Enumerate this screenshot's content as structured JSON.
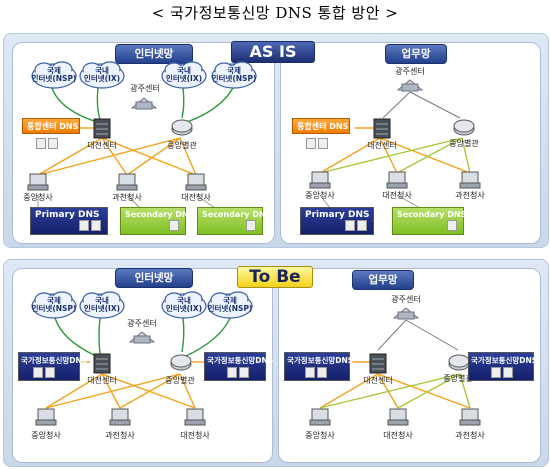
{
  "title": "< 국가정보통신망 DNS 통합 방안 >",
  "asis": {
    "badge": "AS IS",
    "internet": {
      "caption": "인터넷망",
      "clouds": [
        "국제\n인터넷(NSP)",
        "국내\n인터넷(IX)",
        "국내\n인터넷(IX)",
        "국제\n인터넷(NSP)"
      ],
      "gwangju": "광주센터",
      "integrated_dns": "통합센터 DNS",
      "daejeon_center": "대전센터",
      "central_hall": "중앙별관",
      "sites": [
        "중앙청사",
        "과천청사",
        "대전청사"
      ],
      "primary": "Primary DNS",
      "secondary1": "Secondary DNS",
      "secondary2": "Secondary DNS"
    },
    "business": {
      "caption": "업무망",
      "gwangju": "광주센터",
      "integrated_dns": "통합센터 DNS",
      "daejeon_center": "대전센터",
      "central_hall": "중앙별관",
      "sites": [
        "중앙청사",
        "대전청사",
        "과천청사"
      ],
      "primary": "Primary DNS",
      "secondary": "Secondary DNS"
    }
  },
  "tobe": {
    "badge": "To Be",
    "internet": {
      "caption": "인터넷망",
      "clouds": [
        "국제\n인터넷(NSP)",
        "국내\n인터넷(IX)",
        "국내\n인터넷(IX)",
        "국제\n인터넷(NSP)"
      ],
      "gwangju": "광주센터",
      "dns_left": "국가정보통신망DNS",
      "dns_right": "국가정보통신망DNS",
      "daejeon_center": "대전센터",
      "central_hall": "중앙별관",
      "sites": [
        "중앙청사",
        "과천청사",
        "대전청사"
      ]
    },
    "business": {
      "caption": "업무망",
      "gwangju": "광주센터",
      "dns_left": "국가정보통신망DNS",
      "dns_right": "국가정보통신망DNS",
      "daejeon_center": "대전센터",
      "central_hall": "중앙별관",
      "sites": [
        "중앙청사",
        "대전청사",
        "과천청사"
      ]
    }
  },
  "colors": {
    "panel_bg": "#dfe8f5",
    "navy": "#1c2f72",
    "green_box": "#8cc63f",
    "orange_box": "#f58a0c",
    "yellow_badge": "#f3d21a",
    "orange_link": "#f3a21b",
    "green_link": "#a6c93c",
    "gray_link": "#9a9a9a"
  }
}
